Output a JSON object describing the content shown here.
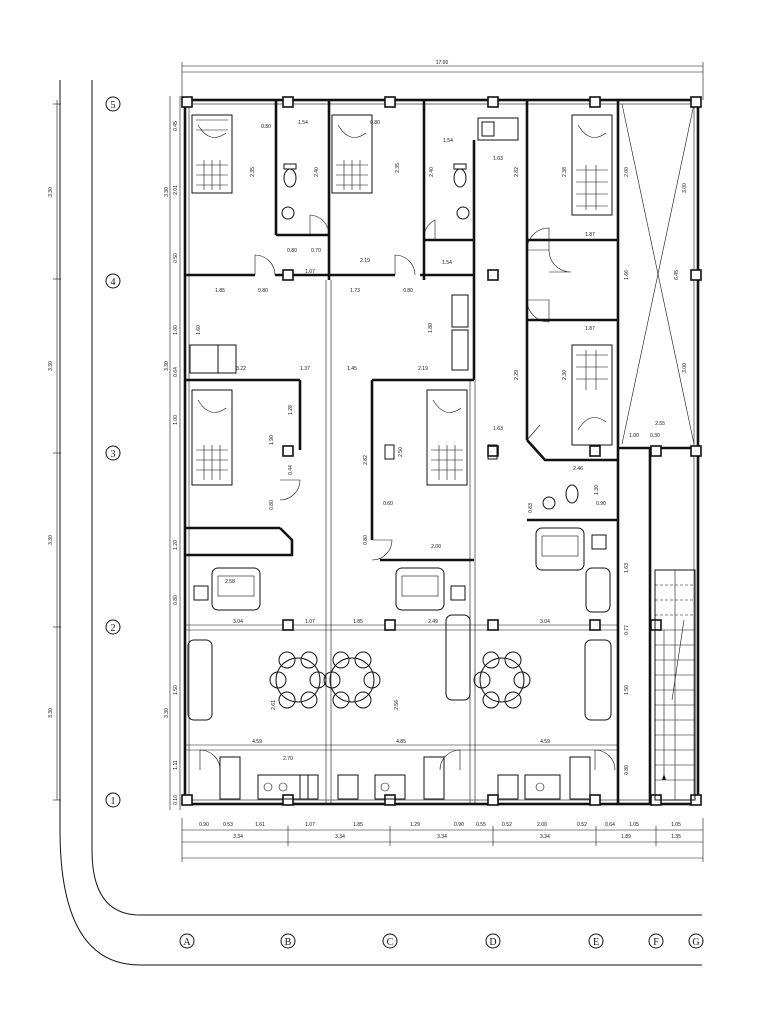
{
  "total_width": "17.00",
  "grid_columns": [
    "A",
    "B",
    "C",
    "D",
    "E",
    "F",
    "G"
  ],
  "grid_rows": [
    "5",
    "4",
    "3",
    "2",
    "1"
  ],
  "row_spacings": [
    "3.30",
    "3.30",
    "3.30",
    "3.30"
  ],
  "bottom_dims": [
    "3.34",
    "3.34",
    "3.34",
    "3.34",
    "1.89",
    "1.35"
  ],
  "bottom_sub_dims": [
    "0.90",
    "0.53",
    "1.61",
    "1.07",
    "1.85",
    "1.29",
    "0.90",
    "0.55",
    "0.52",
    "2.00",
    "0.52",
    "0.64",
    "1.05",
    "1.05"
  ],
  "left_dims": [
    "0.45",
    "3.30",
    "2.01",
    "0.50",
    "1.00",
    "0.64",
    "3.30",
    "1.00",
    "1.20",
    "0.80",
    "1.50",
    "3.30",
    "1.11",
    "0.10"
  ],
  "interior_labels": [
    "0.80",
    "1.54",
    "1.54",
    "0.80",
    "2.35",
    "2.40",
    "2.35",
    "2.40",
    "0.80",
    "0.70",
    "1.07",
    "2.19",
    "1.54",
    "1.63",
    "1.85",
    "0.80",
    "1.73",
    "0.80",
    "1.87",
    "2.82",
    "2.38",
    "2.00",
    "3.00",
    "6.45",
    "1.60",
    "1.80",
    "3.22",
    "1.37",
    "1.45",
    "2.19",
    "1.66",
    "1.87",
    "2.29",
    "2.30",
    "3.00",
    "1.90",
    "1.28",
    "0.44",
    "0.80",
    "2.82",
    "2.50",
    "1.63",
    "1.00",
    "0.30",
    "2.55",
    "2.46",
    "1.30",
    "0.80",
    "0.60",
    "0.63",
    "0.90",
    "2.00",
    "2.58",
    "3.04",
    "1.07",
    "1.85",
    "2.49",
    "3.04",
    "1.63",
    "0.77",
    "2.61",
    "2.56",
    "1.50",
    "4.59",
    "2.70",
    "4.85",
    "4.59",
    "0.80"
  ]
}
